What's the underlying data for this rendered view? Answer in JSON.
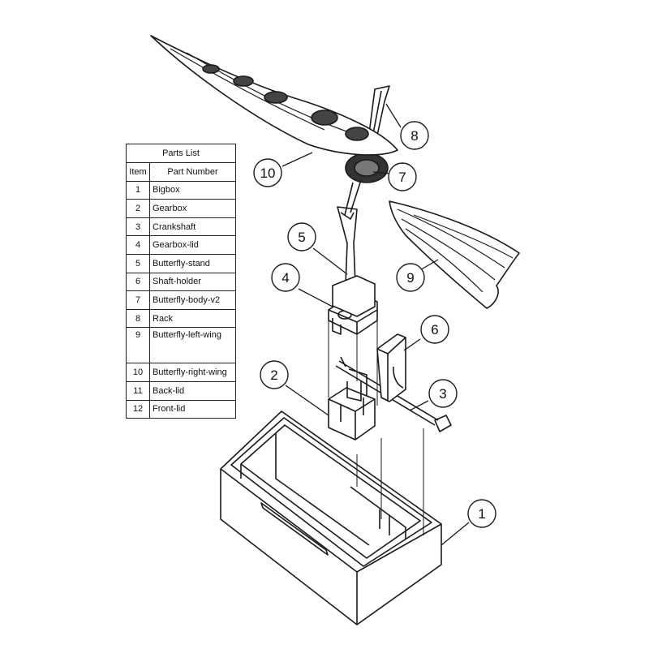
{
  "parts_list": {
    "title": "Parts List",
    "headers": {
      "item": "Item",
      "part": "Part Number"
    },
    "rows": [
      {
        "item": "1",
        "part": "Bigbox"
      },
      {
        "item": "2",
        "part": "Gearbox"
      },
      {
        "item": "3",
        "part": "Crankshaft"
      },
      {
        "item": "4",
        "part": "Gearbox-lid"
      },
      {
        "item": "5",
        "part": "Butterfly-stand"
      },
      {
        "item": "6",
        "part": "Shaft-holder"
      },
      {
        "item": "7",
        "part": "Butterfly-body-v2"
      },
      {
        "item": "8",
        "part": "Rack"
      },
      {
        "item": "9",
        "part": "Butterfly-left-wing"
      },
      {
        "item": "10",
        "part": "Butterfly-right-wing"
      },
      {
        "item": "11",
        "part": "Back-lid"
      },
      {
        "item": "12",
        "part": "Front-lid"
      }
    ]
  },
  "callouts": [
    "1",
    "2",
    "3",
    "4",
    "5",
    "6",
    "7",
    "8",
    "9",
    "10"
  ],
  "colors": {
    "line": "#1a1a1a",
    "background": "#ffffff"
  }
}
